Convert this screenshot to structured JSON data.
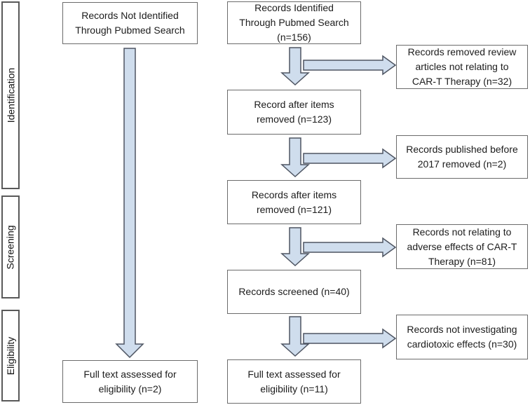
{
  "stages": [
    {
      "label": "Identification"
    },
    {
      "label": "Screening"
    },
    {
      "label": "Eligibility"
    }
  ],
  "boxes": {
    "left_top": {
      "lines": [
        "Records Not Identified",
        "Through Pubmed Search"
      ]
    },
    "mid_top": {
      "lines": [
        "Records Identified",
        "Through Pubmed Search",
        "(n=156)"
      ]
    },
    "right_removed_review": {
      "lines": [
        "Records removed review",
        "articles not relating to",
        "CAR-T Therapy (n=32)"
      ]
    },
    "mid_after_items_123": {
      "lines": [
        "Record after items",
        "removed (n=123)"
      ]
    },
    "right_published_before": {
      "lines": [
        "Records published before",
        "2017 removed (n=2)"
      ]
    },
    "mid_after_items_121": {
      "lines": [
        "Records after items",
        "removed (n=121)"
      ]
    },
    "right_not_relating": {
      "lines": [
        "Records not relating to",
        "adverse effects of CAR-T",
        "Therapy (n=81)"
      ]
    },
    "mid_screened": {
      "lines": [
        "Records screened (n=40)"
      ]
    },
    "right_not_investigating": {
      "lines": [
        "Records not investigating",
        "cardiotoxic effects (n=30)"
      ]
    },
    "mid_fulltext": {
      "lines": [
        "Full text assessed for",
        "eligibility (n=11)"
      ]
    },
    "left_fulltext": {
      "lines": [
        "Full text assessed for",
        "eligibility (n=2)"
      ]
    }
  },
  "colors": {
    "arrow_fill": "#cfdded",
    "arrow_stroke": "#4e5562",
    "box_border": "#6b6b6b",
    "stage_border": "#595959"
  }
}
